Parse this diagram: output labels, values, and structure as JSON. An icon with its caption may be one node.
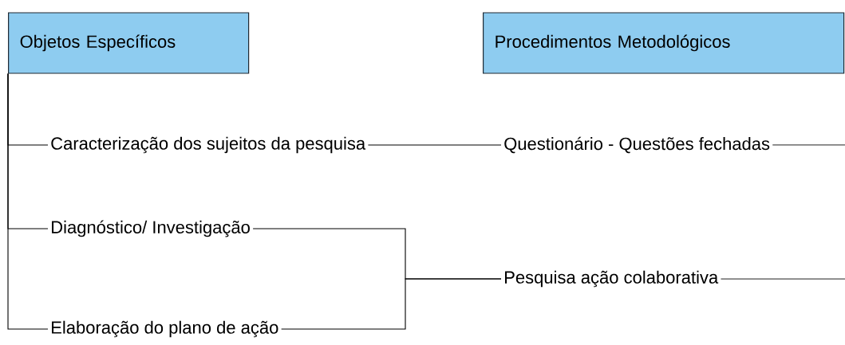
{
  "diagram": {
    "nodes": [
      {
        "text": [
          "Objetos Específicos"
        ]
      },
      {
        "text": [
          "Procedimentos Metodológicos"
        ]
      },
      {
        "text": [
          "Caracterização dos sujeitos da pesquisa"
        ]
      },
      {
        "text": [
          "Questionário - Questões fechadas"
        ]
      },
      {
        "text": [
          "Diagnóstico/ Investigação"
        ]
      },
      {
        "text": [
          "Elaboração do plano de ação"
        ]
      },
      {
        "text": [
          "Pesquisa ação colaborativa"
        ]
      }
    ],
    "edges": [
      {
        "from": 0,
        "to": 2,
        "arrow": "none"
      },
      {
        "from": 0,
        "to": 4,
        "arrow": "none"
      },
      {
        "from": 0,
        "to": 5,
        "arrow": "none"
      },
      {
        "from": 2,
        "to": 3,
        "arrow": "none"
      },
      {
        "from": 4,
        "to": 6,
        "arrow": "none"
      },
      {
        "from": 5,
        "to": 6,
        "arrow": "none"
      },
      {
        "from": 3,
        "to": null,
        "arrow": "none"
      },
      {
        "from": 6,
        "to": null,
        "arrow": "none"
      }
    ]
  }
}
